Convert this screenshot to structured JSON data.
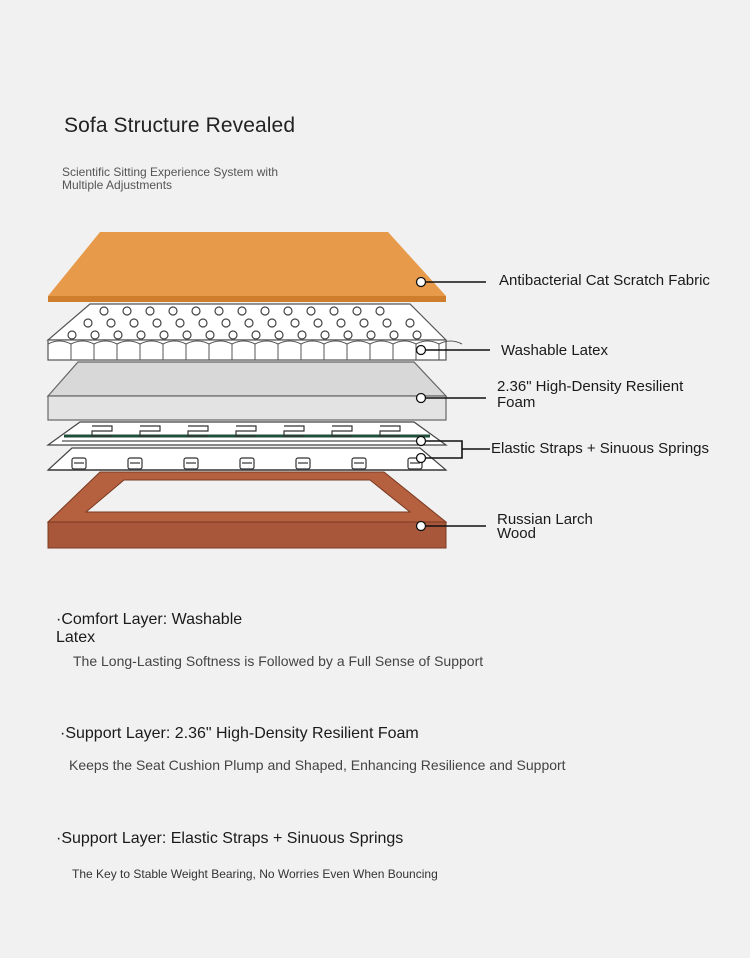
{
  "header": {
    "title": "Sofa Structure Revealed",
    "subtitle": "Scientific Sitting Experience System with Multiple Adjustments"
  },
  "layers": [
    {
      "label": "Antibacterial Cat Scratch Fabric"
    },
    {
      "label": "Washable Latex"
    },
    {
      "label": "2.36\" High-Density Resilient Foam"
    },
    {
      "label": "Elastic Straps + Sinuous Springs"
    },
    {
      "label": "Russian Larch Wood"
    }
  ],
  "sections": [
    {
      "title": "·Comfort Layer: Washable Latex",
      "desc": "The Long-Lasting Softness is Followed by a Full Sense of Support"
    },
    {
      "title": "·Support Layer: 2.36\" High-Density Resilient Foam",
      "desc": "Keeps the Seat Cushion Plump and Shaped, Enhancing Resilience and Support"
    },
    {
      "title": "·Support Layer: Elastic Straps + Sinuous Springs",
      "desc": "The Key to Stable Weight Bearing, No Worries Even When Bouncing"
    }
  ],
  "colors": {
    "fabric": "#e79a49",
    "fabric_edge": "#cf7e2e",
    "latex": "#ffffff",
    "foam": "#d8d8d8",
    "wood": "#b5603f",
    "wood_edge": "#8f4427"
  }
}
